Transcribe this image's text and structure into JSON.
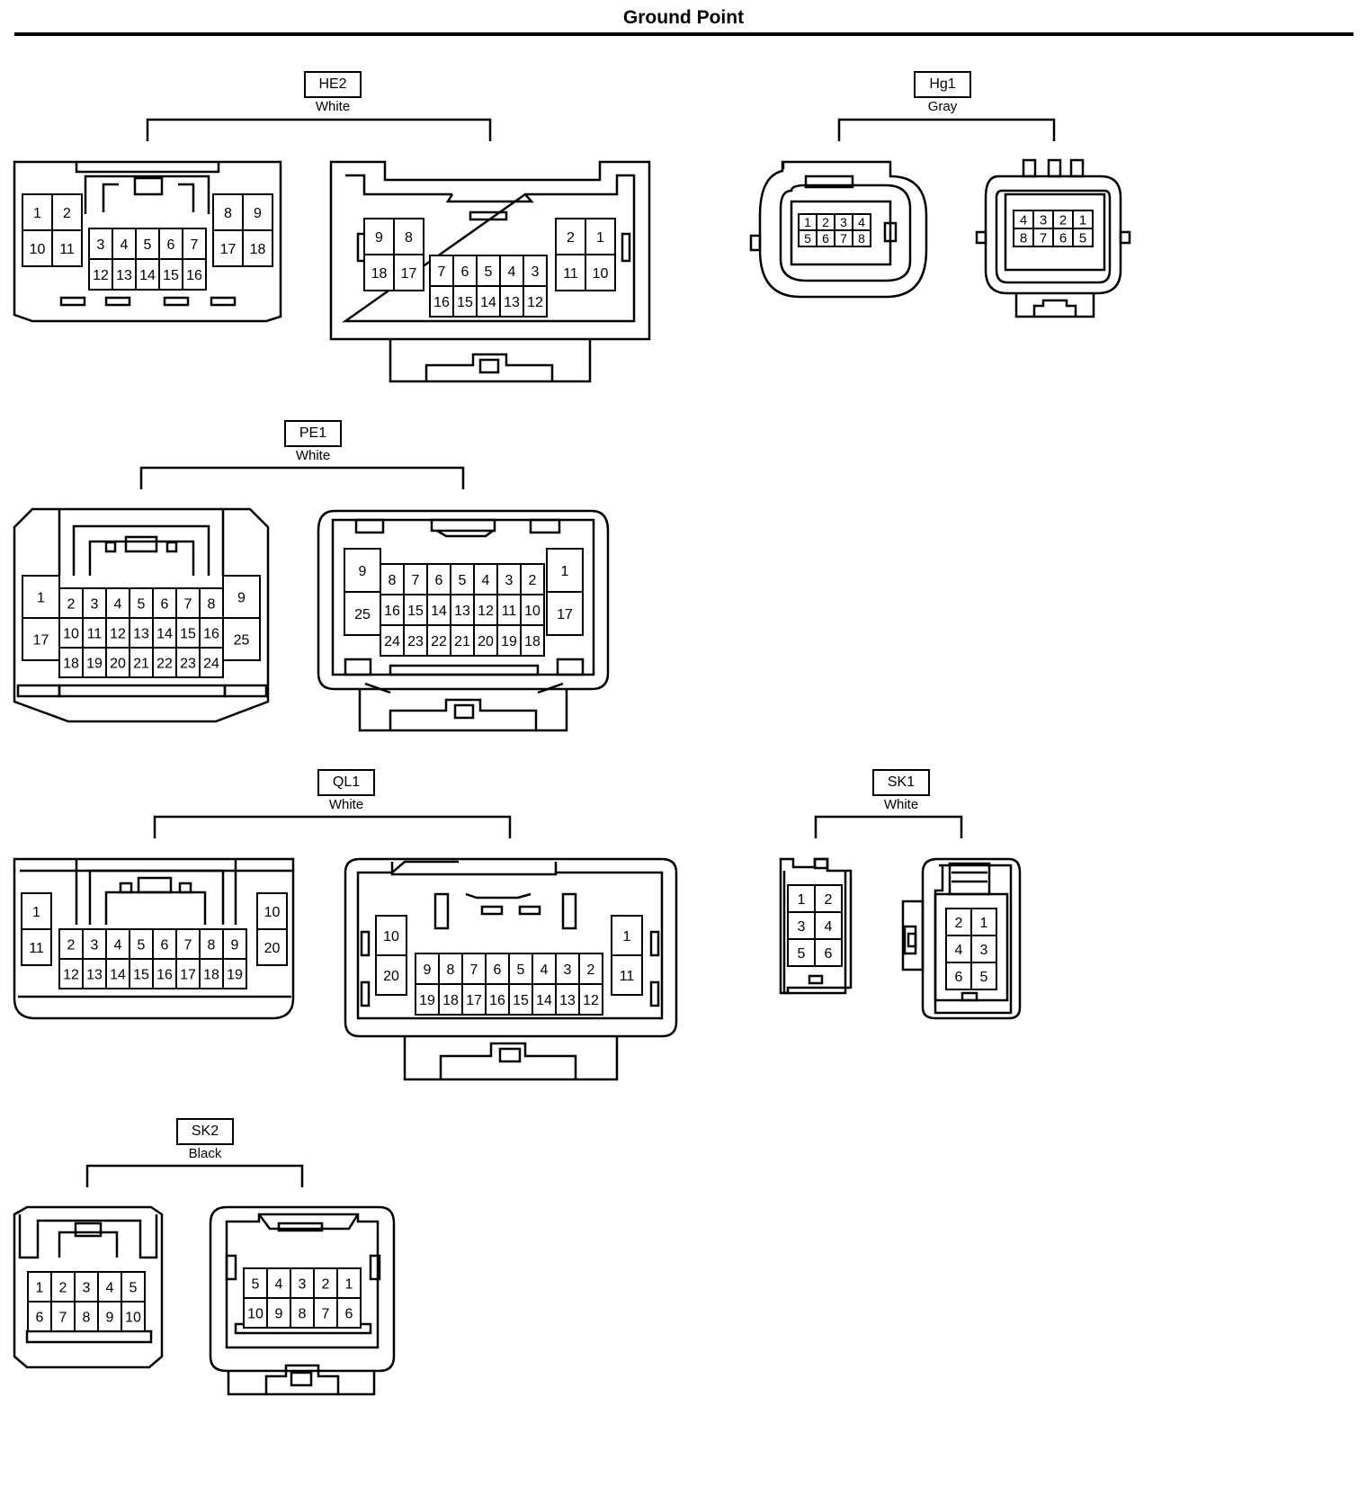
{
  "page": {
    "title": "Ground Point"
  },
  "connectors": [
    {
      "id": "HE2",
      "color": "White",
      "left": [
        [
          [
            "1",
            "2"
          ],
          [
            "10",
            "11"
          ]
        ],
        [
          [
            "3",
            "4",
            "5",
            "6",
            "7"
          ],
          [
            "12",
            "13",
            "14",
            "15",
            "16"
          ]
        ],
        [
          [
            "8",
            "9"
          ],
          [
            "17",
            "18"
          ]
        ]
      ],
      "right": [
        [
          [
            "9",
            "8"
          ],
          [
            "18",
            "17"
          ]
        ],
        [
          [
            "7",
            "6",
            "5",
            "4",
            "3"
          ],
          [
            "16",
            "15",
            "14",
            "13",
            "12"
          ]
        ],
        [
          [
            "2",
            "1"
          ],
          [
            "11",
            "10"
          ]
        ]
      ]
    },
    {
      "id": "Hg1",
      "color": "Gray",
      "left": [
        [
          [
            "1",
            "2",
            "3",
            "4"
          ],
          [
            "5",
            "6",
            "7",
            "8"
          ]
        ]
      ],
      "right": [
        [
          [
            "4",
            "3",
            "2",
            "1"
          ],
          [
            "8",
            "7",
            "6",
            "5"
          ]
        ]
      ]
    },
    {
      "id": "PE1",
      "color": "White",
      "left": [
        [
          [
            "1"
          ],
          [
            "17"
          ]
        ],
        [
          [
            "2",
            "3",
            "4",
            "5",
            "6",
            "7",
            "8"
          ],
          [
            "10",
            "11",
            "12",
            "13",
            "14",
            "15",
            "16"
          ],
          [
            "18",
            "19",
            "20",
            "21",
            "22",
            "23",
            "24"
          ]
        ],
        [
          [
            "9"
          ],
          [
            "25"
          ]
        ]
      ],
      "right": [
        [
          [
            "9"
          ],
          [
            "25"
          ]
        ],
        [
          [
            "8",
            "7",
            "6",
            "5",
            "4",
            "3",
            "2"
          ],
          [
            "16",
            "15",
            "14",
            "13",
            "12",
            "11",
            "10"
          ],
          [
            "24",
            "23",
            "22",
            "21",
            "20",
            "19",
            "18"
          ]
        ],
        [
          [
            "1"
          ],
          [
            "17"
          ]
        ]
      ]
    },
    {
      "id": "QL1",
      "color": "White",
      "left": [
        [
          [
            "1"
          ],
          [
            "11"
          ]
        ],
        [
          [
            "2",
            "3",
            "4",
            "5",
            "6",
            "7",
            "8",
            "9"
          ],
          [
            "12",
            "13",
            "14",
            "15",
            "16",
            "17",
            "18",
            "19"
          ]
        ],
        [
          [
            "10"
          ],
          [
            "20"
          ]
        ]
      ],
      "right": [
        [
          [
            "10"
          ],
          [
            "20"
          ]
        ],
        [
          [
            "9",
            "8",
            "7",
            "6",
            "5",
            "4",
            "3",
            "2"
          ],
          [
            "19",
            "18",
            "17",
            "16",
            "15",
            "14",
            "13",
            "12"
          ]
        ],
        [
          [
            "1"
          ],
          [
            "11"
          ]
        ]
      ]
    },
    {
      "id": "SK1",
      "color": "White",
      "left": [
        [
          [
            "1",
            "2"
          ],
          [
            "3",
            "4"
          ],
          [
            "5",
            "6"
          ]
        ]
      ],
      "right": [
        [
          [
            "2",
            "1"
          ],
          [
            "4",
            "3"
          ],
          [
            "6",
            "5"
          ]
        ]
      ]
    },
    {
      "id": "SK2",
      "color": "Black",
      "left": [
        [
          [
            "1",
            "2",
            "3",
            "4",
            "5"
          ],
          [
            "6",
            "7",
            "8",
            "9",
            "10"
          ]
        ]
      ],
      "right": [
        [
          [
            "5",
            "4",
            "3",
            "2",
            "1"
          ],
          [
            "10",
            "9",
            "8",
            "7",
            "6"
          ]
        ]
      ]
    }
  ]
}
